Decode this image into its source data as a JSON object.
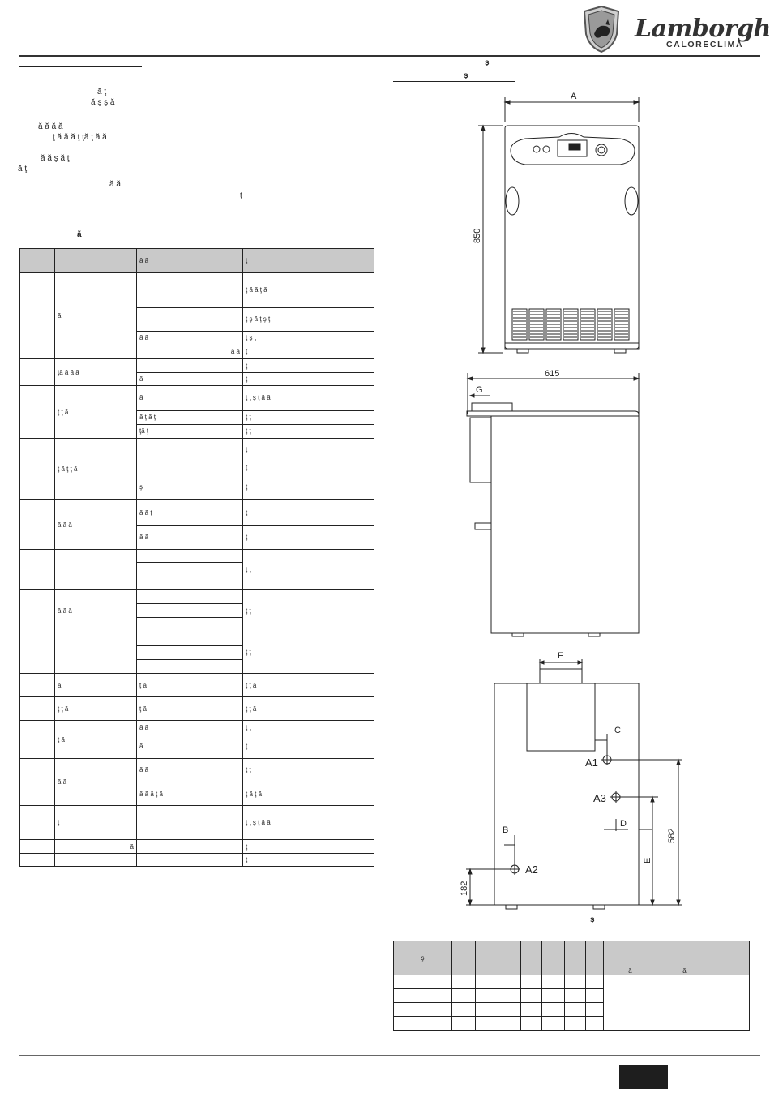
{
  "header": {
    "brand": "Lamborghini",
    "subbrand": "CALORECLIMA"
  },
  "left_text": {
    "lines": [
      "ă ţ",
      "ă ş ş ă",
      "ă ă ă ă",
      "ţ ă ă ă ţ ţă ţ ă ă",
      "ă ă ş ă ţ",
      "ă ţ",
      "ă ă",
      "ţ"
    ],
    "table_caption": "ă"
  },
  "main_table": {
    "header": [
      "",
      "",
      "â ă",
      "ţ"
    ],
    "rows": [
      [
        "",
        "ă",
        "",
        "ţ ă ă ţ ă"
      ],
      [
        "",
        "",
        "",
        "ţ ş ă ţ ş ţ"
      ],
      [
        "",
        "",
        "ă ă",
        "ţ ş ţ"
      ],
      [
        "",
        "",
        "ă ă",
        "ţ"
      ],
      [
        "",
        "ţă ă ă ă",
        "",
        "ţ"
      ],
      [
        "",
        "",
        "ă",
        "ţ"
      ],
      [
        "",
        "ţ ţ ă",
        "ă",
        "ţ ţ ş ţ ă ă"
      ],
      [
        "",
        "",
        "ă ţ ă ţ",
        "ţ ţ"
      ],
      [
        "",
        "",
        "ţă ţ",
        "ţ ţ"
      ],
      [
        "",
        "ţ ă ţ ţ ă",
        "",
        "ţ"
      ],
      [
        "",
        "",
        "",
        "ţ"
      ],
      [
        "",
        "",
        "ş",
        "ţ"
      ],
      [
        "",
        "ă ă ă",
        "ă ă ţ",
        "ţ"
      ],
      [
        "",
        "",
        "ă ă",
        "ţ"
      ],
      [
        "",
        "",
        "",
        "ţ ţ"
      ],
      [
        "",
        "â ă ă",
        "",
        "ţ ţ"
      ],
      [
        "",
        "",
        "",
        "ţ ţ"
      ],
      [
        "",
        "ă",
        "ţ ă",
        "ţ ţ ă"
      ],
      [
        "",
        "ţ ţ ă",
        "ţ ă",
        "ţ ţ ă"
      ],
      [
        "",
        "ţ ă",
        "ă ă",
        "ţ ţ"
      ],
      [
        "",
        "",
        "ă",
        "ţ"
      ],
      [
        "",
        "ă ă",
        "ă ă",
        "ţ ţ"
      ],
      [
        "",
        "",
        "ă ă ă ţ ă",
        "ţ ă ţ ă"
      ],
      [
        "",
        "ţ",
        "",
        "ţ ţ ş ţ ă ă"
      ],
      [
        "",
        "ă",
        "",
        "ţ"
      ],
      [
        "",
        "",
        "",
        "ţ"
      ]
    ]
  },
  "right_heading": {
    "line1": "ş",
    "line2": "ş"
  },
  "drawing": {
    "front_labels": {
      "width": "A",
      "height": "850"
    },
    "side_labels": {
      "depth": "615",
      "g": "G"
    },
    "bottom_labels": {
      "f": "F",
      "c": "C",
      "a1": "A1",
      "a3": "A3",
      "d": "D",
      "b": "B",
      "a2": "A2",
      "e": "E",
      "h582": "582",
      "h182": "182"
    },
    "caption": "ş"
  },
  "bottom_table": {
    "header": [
      "ş",
      "",
      "",
      "",
      "",
      "",
      "",
      "",
      "ă",
      "ă",
      ""
    ]
  },
  "footer": {
    "page": ""
  }
}
